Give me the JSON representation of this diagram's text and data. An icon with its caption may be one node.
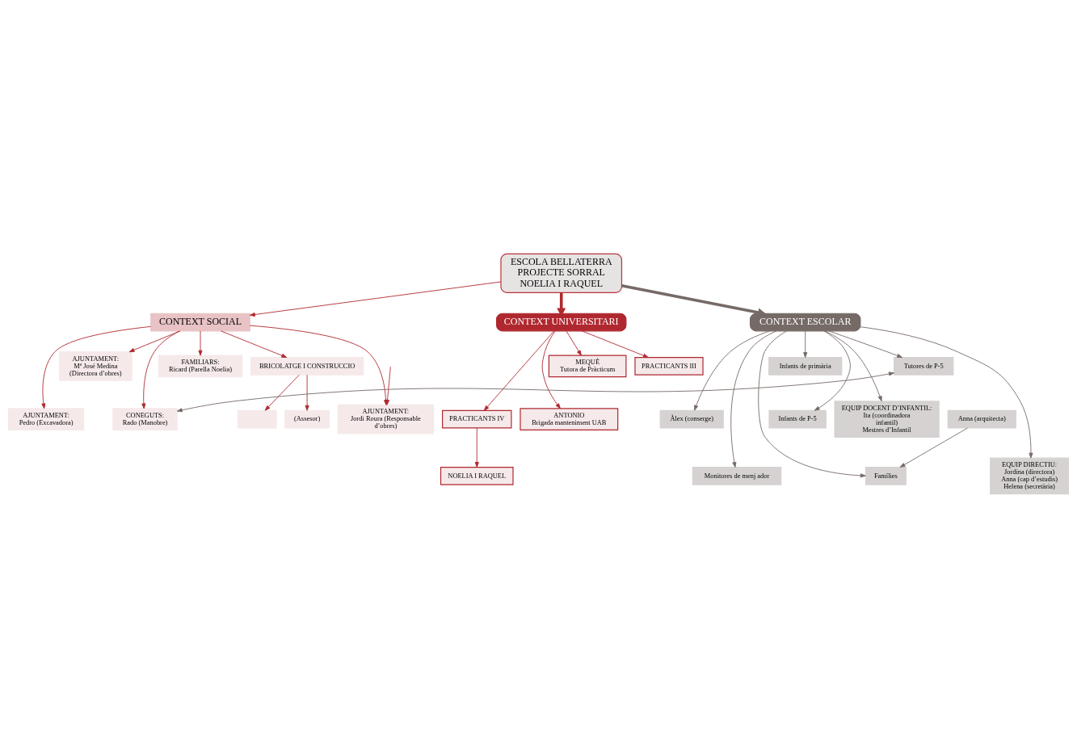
{
  "diagram": {
    "nodes": [
      {
        "text": [
          "ESCOLA BELLATERRA",
          "PROJECTE SORRAL",
          "NOELIA I RAQUEL"
        ]
      },
      {
        "text": [
          "CONTEXT SOCIAL"
        ]
      },
      {
        "text": [
          "BRICOLATGE I CONSTRUCCIO"
        ]
      },
      {
        "text": [],
        "shape": "box"
      },
      {
        "text": [
          "(Assesor)"
        ]
      },
      {
        "text": [
          "AJUNTAMENT:",
          "Pedro (Excavadora)"
        ]
      },
      {
        "text": [
          "AJUNTAMENT:",
          "Mª José Medina (Directora d’obres)"
        ]
      },
      {
        "text": [
          "AJUNTAMENT:",
          "Jordi Roura (Responsable d’obres)"
        ]
      },
      {
        "text": [
          "FAMILIARS:",
          "Ricard (Parella Noelia)"
        ]
      },
      {
        "text": [
          "CONEGUTS:",
          "Rado (Manobre)"
        ]
      },
      {
        "text": [
          "CONTEXT UNIVERSITARI"
        ]
      },
      {
        "text": [
          "MEQUÈ",
          "Tutora de Pràcticum"
        ]
      },
      {
        "text": [
          "ANTONIO",
          "Brigada manteniment UAB"
        ]
      },
      {
        "text": [
          "PRACTICANTS III"
        ]
      },
      {
        "text": [
          "NOELIA I RAQUEL"
        ]
      },
      {
        "text": [
          "PRACTICANTS IV"
        ]
      },
      {
        "text": [
          "CONTEXT ESCOLAR"
        ]
      },
      {
        "text": [
          "EQUIP DOCENT D’INFANTIL:",
          "Ita (coordinadora infantil)",
          "Mestres d’Infantil"
        ]
      },
      {
        "text": [
          "EQUIP DIRECTIU:",
          "Jordina (directora)",
          "Anna (cap d’estudis)",
          "Helena (secretària)"
        ]
      },
      {
        "text": [
          "Tutores de P-5"
        ]
      },
      {
        "text": [
          "Àlex (conserge)"
        ]
      },
      {
        "text": [
          "Monitores de menj ador"
        ]
      },
      {
        "text": [
          "Anna (arquitecta)"
        ]
      },
      {
        "text": [
          "Famílies"
        ]
      },
      {
        "text": [
          "Infants de P-5"
        ]
      },
      {
        "text": [
          "Infants de primària"
        ]
      }
    ],
    "edges": [
      {
        "from": 0,
        "to": 1,
        "arrow": "to"
      },
      {
        "from": 1,
        "to": 2,
        "arrow": "to"
      },
      {
        "from": 2,
        "to": 3,
        "arrow": "to"
      },
      {
        "from": 2,
        "to": 4,
        "arrow": "to"
      },
      {
        "from": 1,
        "to": 5,
        "arrow": "to"
      },
      {
        "from": 1,
        "to": 6,
        "arrow": "to"
      },
      {
        "from": 1,
        "to": 7,
        "arrow": "to"
      },
      {
        "from": 1,
        "to": 8,
        "arrow": "to"
      },
      {
        "from": 1,
        "to": 9,
        "arrow": "to"
      },
      {
        "from": null,
        "to": 7,
        "arrow": "to"
      },
      {
        "from": 0,
        "to": 10,
        "arrow": "to",
        "style": "thick"
      },
      {
        "from": 10,
        "to": 11,
        "arrow": "to"
      },
      {
        "from": 10,
        "to": 12,
        "arrow": "to"
      },
      {
        "from": 10,
        "to": 13,
        "arrow": "to"
      },
      {
        "from": 10,
        "to": 15,
        "arrow": "to"
      },
      {
        "from": 15,
        "to": 14,
        "arrow": "to"
      },
      {
        "from": 0,
        "to": 16,
        "arrow": "to",
        "style": "thick",
        "color": "#756a66"
      },
      {
        "from": 16,
        "to": 17,
        "arrow": "to",
        "color": "#756a66"
      },
      {
        "from": 16,
        "to": 18,
        "arrow": "to",
        "color": "#756a66"
      },
      {
        "from": 19,
        "to": 9,
        "arrow": "both",
        "color": "#756a66"
      },
      {
        "from": 16,
        "to": 19,
        "arrow": "to",
        "color": "#756a66"
      },
      {
        "from": 16,
        "to": 20,
        "arrow": "to",
        "color": "#756a66"
      },
      {
        "from": 16,
        "to": 21,
        "arrow": "to",
        "color": "#756a66"
      },
      {
        "from": 16,
        "to": 25,
        "arrow": "to",
        "color": "#756a66"
      },
      {
        "from": 16,
        "to": 24,
        "arrow": "to",
        "color": "#756a66"
      },
      {
        "from": 16,
        "to": 23,
        "arrow": "to",
        "color": "#756a66"
      },
      {
        "from": 22,
        "to": 23,
        "arrow": "to",
        "color": "#756a66"
      }
    ]
  }
}
